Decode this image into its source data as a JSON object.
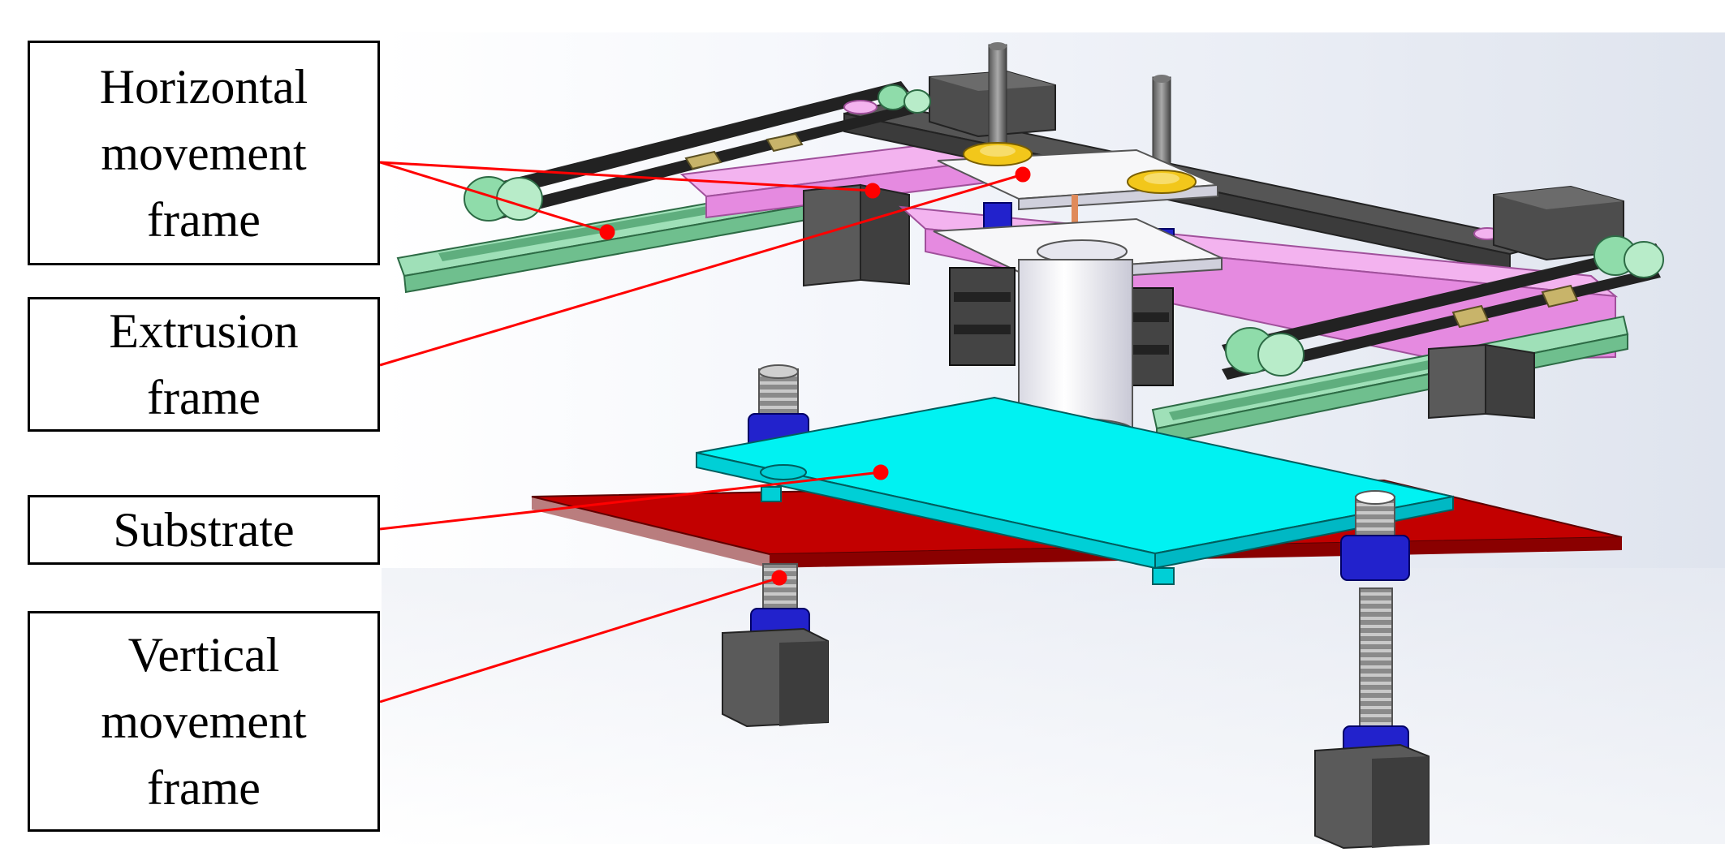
{
  "labels": {
    "horizontal": [
      "Horizontal",
      "movement",
      "frame"
    ],
    "extrusion": [
      "Extrusion",
      "frame"
    ],
    "substrate": [
      "Substrate"
    ],
    "vertical": [
      "Vertical",
      "movement",
      "frame"
    ]
  },
  "colors": {
    "leader": "#ff0000",
    "substrate": "#00f2f2",
    "base_plate": "#b30000",
    "carriage": "#f2a6f2",
    "rail": "#8fdcaa",
    "motor": "#555555",
    "nut": "#1a1aff",
    "belt": "#222222"
  }
}
